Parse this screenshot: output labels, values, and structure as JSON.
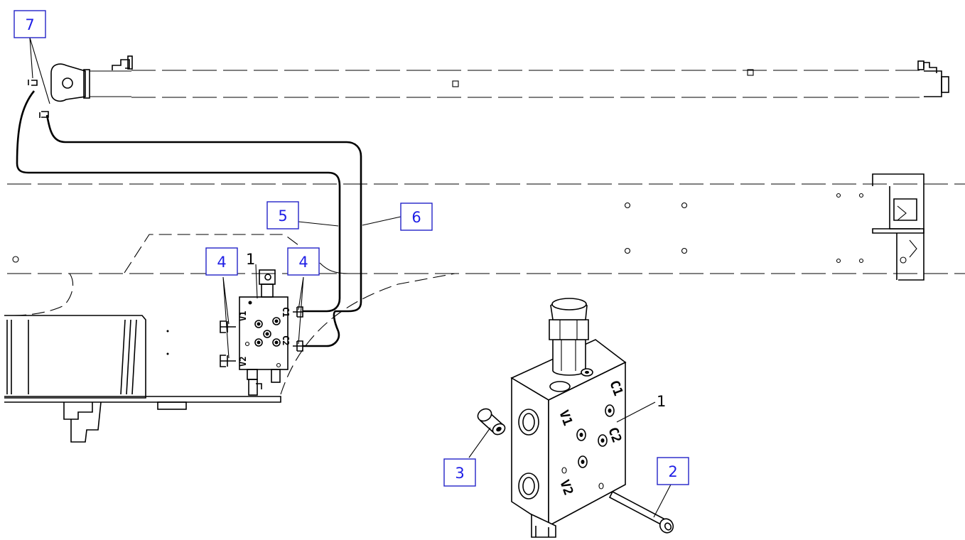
{
  "callouts": [
    {
      "id": "c7a",
      "label": "7"
    },
    {
      "id": "c5",
      "label": "5"
    },
    {
      "id": "c6",
      "label": "6"
    },
    {
      "id": "c4a",
      "label": "4"
    },
    {
      "id": "c4b",
      "label": "4"
    },
    {
      "id": "c3",
      "label": "3"
    },
    {
      "id": "c2",
      "label": "2"
    }
  ],
  "part_labels": [
    {
      "id": "p1a",
      "label": "1"
    },
    {
      "id": "p1b",
      "label": "1"
    }
  ],
  "ports": {
    "small": {
      "v1": "V1",
      "v2": "V2",
      "c1": "C1",
      "c2": "C2"
    },
    "large": {
      "v1": "V1",
      "v2": "V2",
      "c1": "C1",
      "c2": "C2"
    }
  },
  "colors": {
    "callout_border": "#2323c8",
    "callout_text": "#1e1ee6",
    "line": "#000000"
  }
}
